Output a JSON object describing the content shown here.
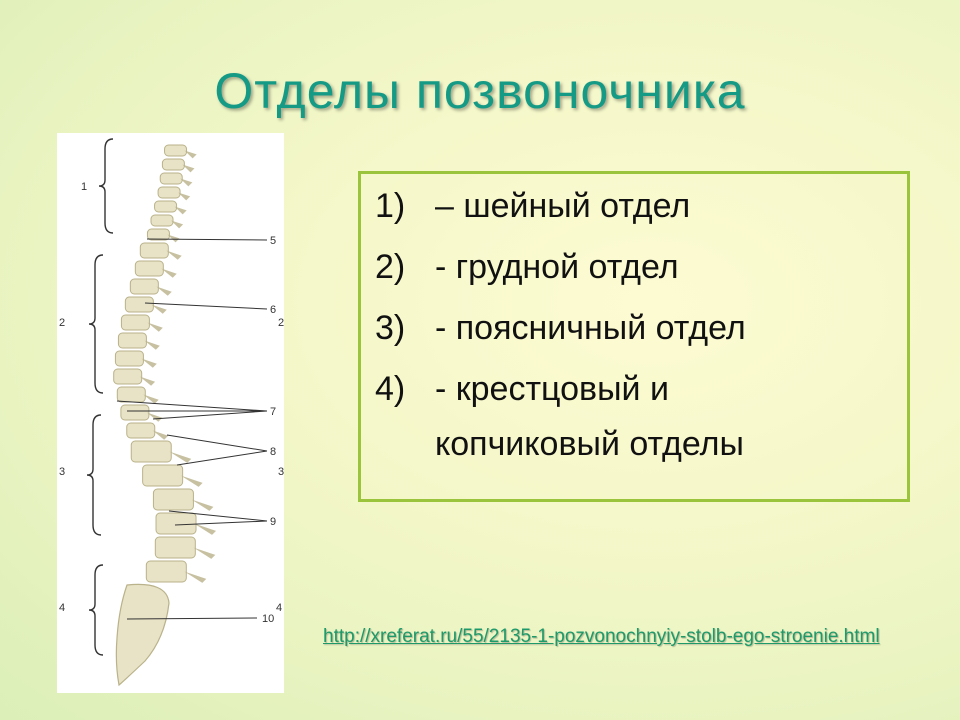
{
  "slide": {
    "title": "Отделы  позвоночника",
    "list": [
      {
        "num": "1)",
        "text": "– шейный отдел"
      },
      {
        "num": "2)",
        "text": "- грудной отдел"
      },
      {
        "num": "3)",
        "text": "- поясничный отдел"
      },
      {
        "num": "4)",
        "text": "- крестцовый и",
        "continuation": "копчиковый отделы"
      }
    ],
    "link": "http://xreferat.ru/55/2135-1-pozvonochnyiy-stolb-ego-stroenie.html"
  },
  "figure": {
    "region_labels": [
      "1",
      "2",
      "3",
      "4"
    ],
    "pointer_labels": [
      "5",
      "6",
      "7",
      "8",
      "9",
      "10"
    ],
    "right_edge_marks": [
      "2",
      "3",
      "4"
    ]
  },
  "colors": {
    "title": "#159a86",
    "box_border": "#9ac43c",
    "link": "#1e9a6a",
    "bone": "#e8e3c6",
    "bone_shade": "#b9b28a"
  }
}
